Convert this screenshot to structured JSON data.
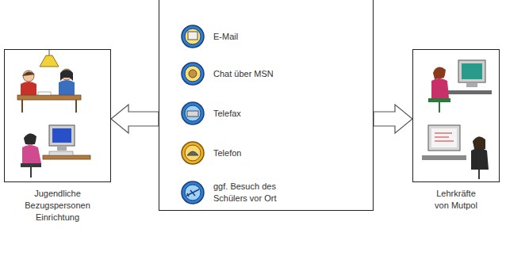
{
  "diagram": {
    "nodes": [
      {
        "text": [
          "Jugendliche Bezugspersonen Einrichtung"
        ]
      },
      {
        "text": [
          "E-Mail",
          "Chat über MSN",
          "Telefax",
          "Telefon",
          "ggf. Besuch des Schülers vor Ort"
        ]
      },
      {
        "text": [
          "Lehrkräfte von Mutpol"
        ]
      }
    ],
    "edges": [
      {
        "from": 1,
        "to": 0,
        "arrow": "to"
      },
      {
        "from": 1,
        "to": 2,
        "arrow": "to"
      }
    ]
  }
}
